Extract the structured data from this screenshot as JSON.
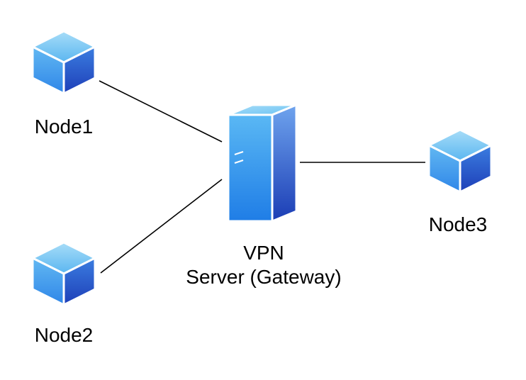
{
  "nodes": [
    {
      "id": "node1",
      "label": "Node1"
    },
    {
      "id": "node2",
      "label": "Node2"
    },
    {
      "id": "node3",
      "label": "Node3"
    }
  ],
  "server": {
    "label_line1": "VPN",
    "label_line2": "Server (Gateway)"
  },
  "connections": [
    {
      "from": "node1",
      "to": "server"
    },
    {
      "from": "node2",
      "to": "server"
    },
    {
      "from": "server",
      "to": "node3"
    }
  ],
  "colors": {
    "icon_top": "#8fd0f5",
    "icon_light": "#4aa8ee",
    "icon_dark": "#1f4fc4",
    "line": "#000000"
  }
}
